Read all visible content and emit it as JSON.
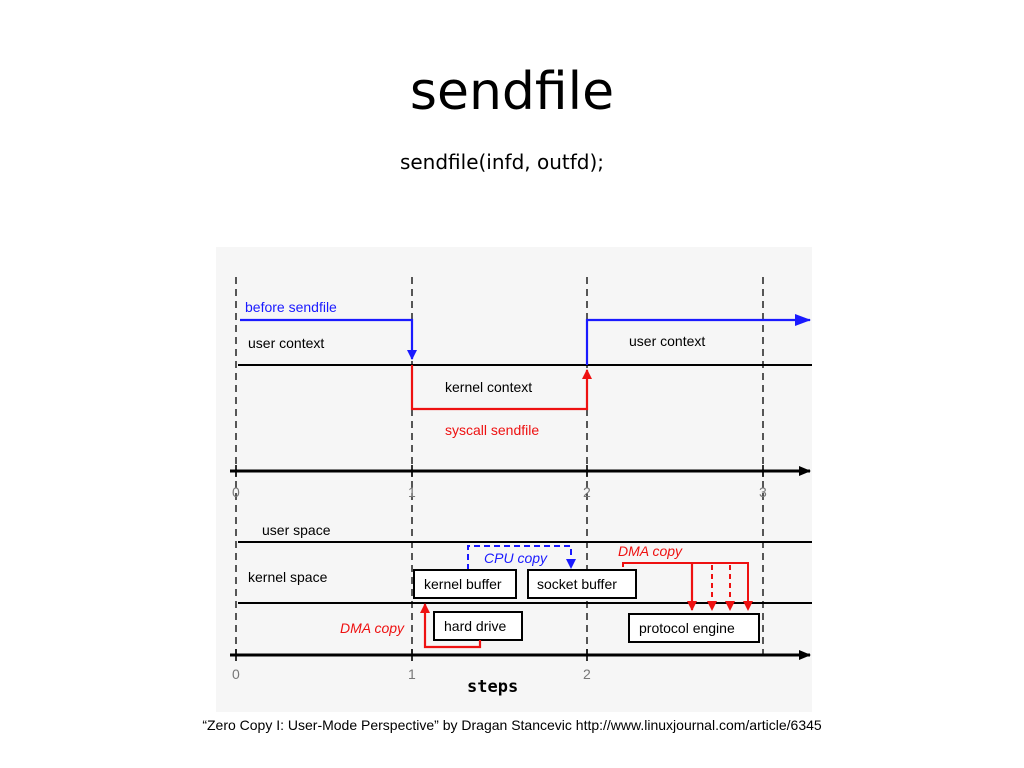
{
  "slide": {
    "title": "sendfile",
    "subtitle": "sendfile(infd, outfd);"
  },
  "diagram": {
    "top": {
      "before_label": "before sendfile",
      "user_context_left": "user context",
      "user_context_right": "user context",
      "kernel_context": "kernel context",
      "syscall_label": "syscall sendfile",
      "ticks": [
        "0",
        "1",
        "2",
        "3"
      ]
    },
    "bottom": {
      "user_space": "user space",
      "kernel_space": "kernel space",
      "cpu_copy": "CPU copy",
      "dma_copy_right": "DMA copy",
      "dma_copy_left": "DMA copy",
      "kernel_buffer": "kernel buffer",
      "socket_buffer": "socket buffer",
      "hard_drive": "hard drive",
      "protocol_engine": "protocol engine",
      "ticks": [
        "0",
        "1",
        "2"
      ],
      "steps_label": "steps"
    },
    "colors": {
      "blue": "#1a1aff",
      "red": "#ee1111",
      "line": "#000000"
    }
  },
  "citation": "“Zero Copy I: User-Mode Perspective” by  Dragan Stancevic http://www.linuxjournal.com/article/6345"
}
